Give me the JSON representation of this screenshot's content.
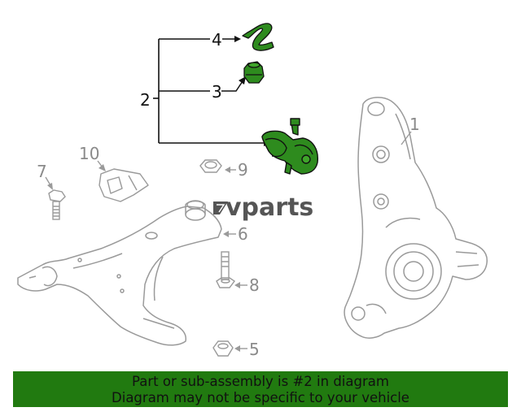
{
  "diagram": {
    "callouts": {
      "c1": "1",
      "c2": "2",
      "c3": "3",
      "c4": "4",
      "c5": "5",
      "c6": "6",
      "c7": "7",
      "c8": "8",
      "c9": "9",
      "c10": "10"
    },
    "watermark": "vparts",
    "highlight_color": "#2e8b1e",
    "line_color": "#9a9a9a"
  },
  "banner": {
    "line1": "Part or sub-assembly is #2 in diagram",
    "line2": "Diagram may not be specific to your vehicle",
    "background": "#217a10"
  }
}
